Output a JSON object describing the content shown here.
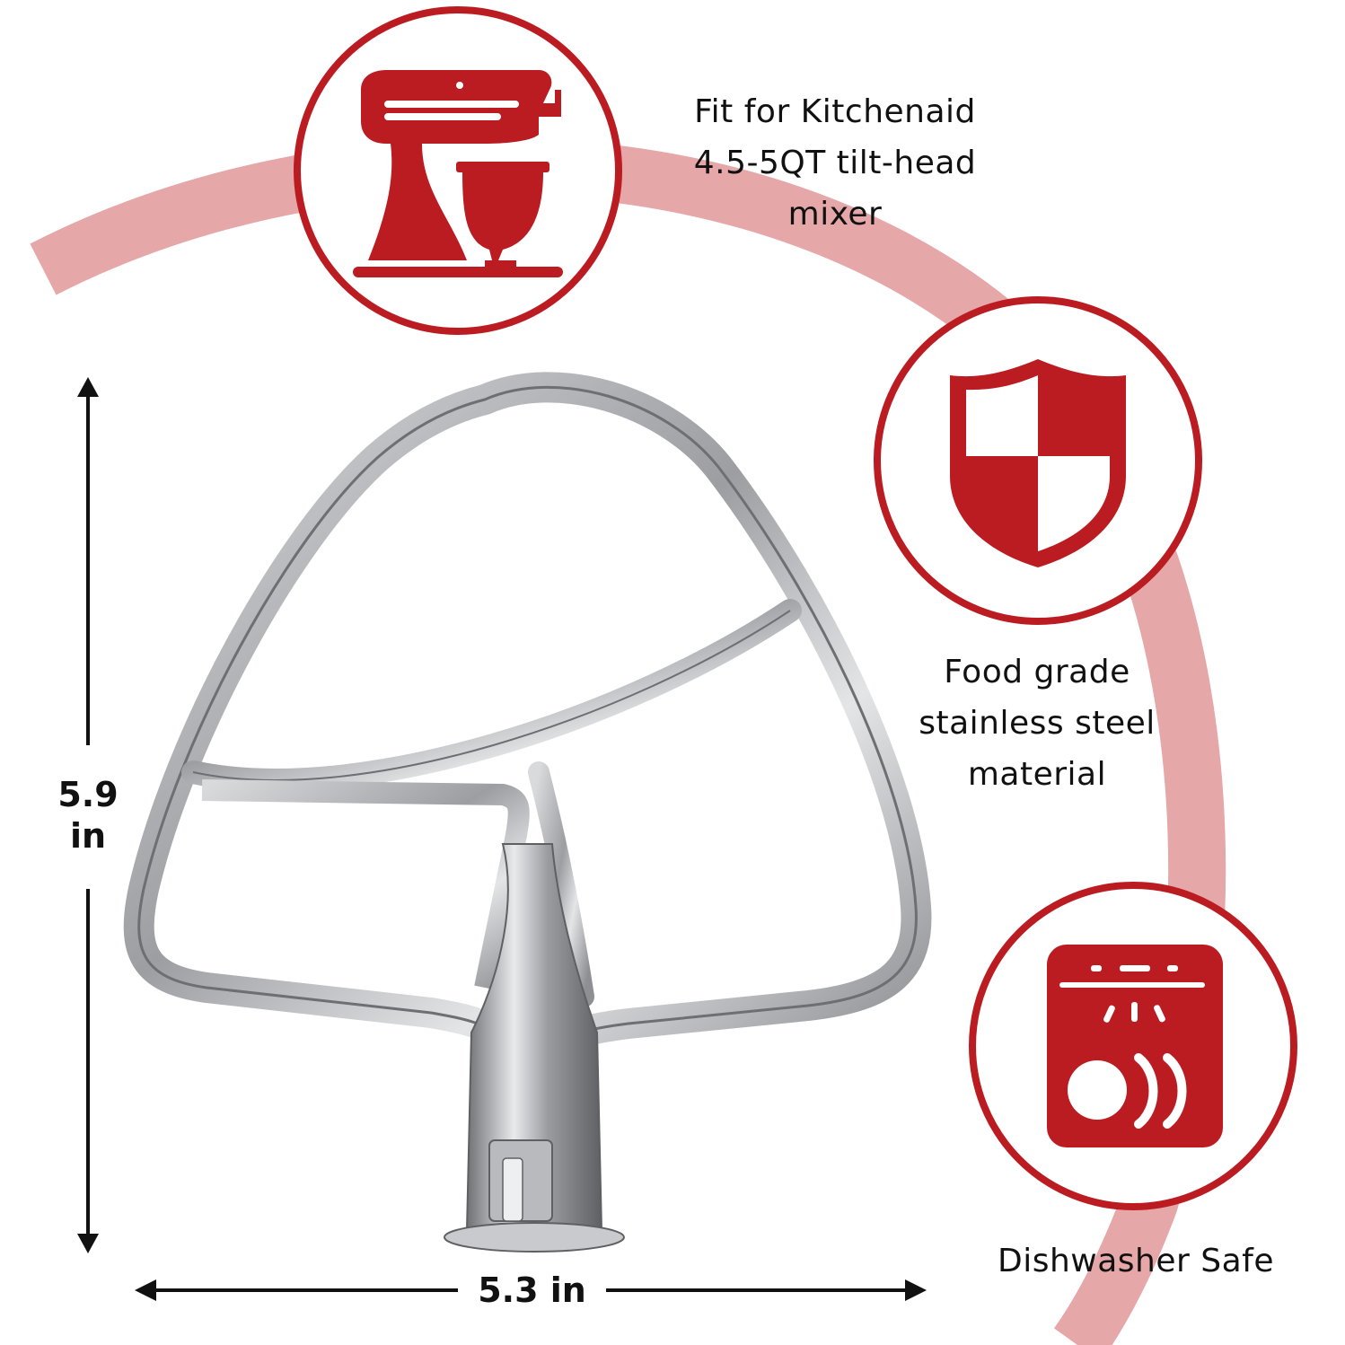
{
  "colors": {
    "accent_red": "#bb1c22",
    "arc_pink": "#e6a7a9",
    "text": "#111111",
    "steel": "#a9abae"
  },
  "features": [
    {
      "icon": "stand-mixer-icon",
      "lines": [
        "Fit for Kitchenaid",
        "4.5-5QT tilt-head",
        "mixer"
      ]
    },
    {
      "icon": "shield-icon",
      "lines": [
        "Food grade",
        "stainless steel",
        "material"
      ]
    },
    {
      "icon": "dishwasher-icon",
      "lines": [
        "Dishwasher Safe"
      ]
    }
  ],
  "dimensions": {
    "height_value": "5.9",
    "height_unit": "in",
    "width_label": "5.3 in"
  },
  "product": {
    "icon": "flat-beater-icon"
  }
}
